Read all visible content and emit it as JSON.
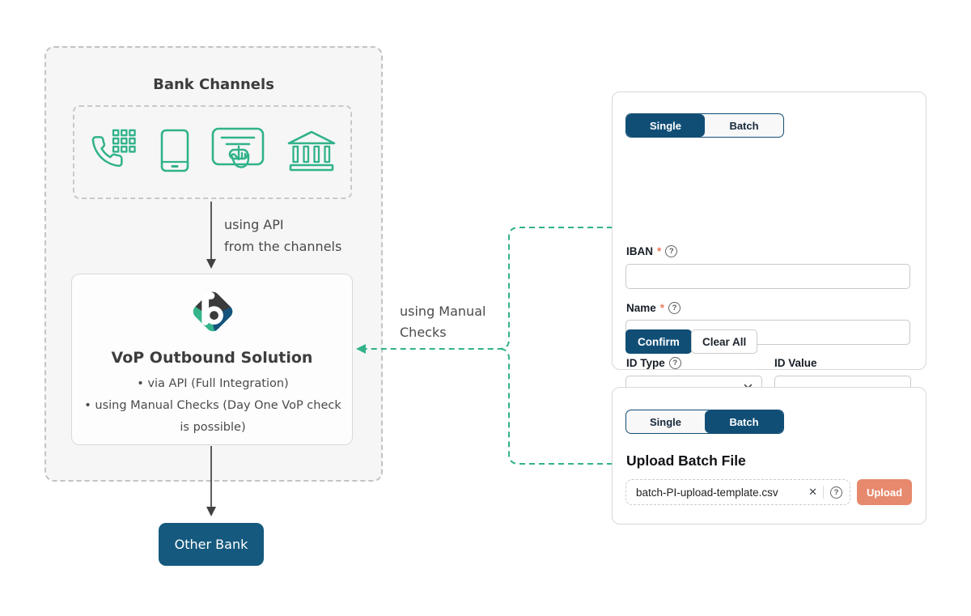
{
  "colors": {
    "green": "#31b28a",
    "navy": "#114e76",
    "coral": "#e7896d",
    "other_bank_blue": "#15597e"
  },
  "diagram": {
    "container_title": "Bank Channels",
    "channel_icons": [
      "phone-dialpad-icon",
      "smartphone-icon",
      "card-terminal-tap-icon",
      "bank-building-icon"
    ],
    "api_label_line1": "using API",
    "api_label_line2": "from the channels",
    "vop_title": "VoP Outbound Solution",
    "vop_bullets": [
      "via API (Full Integration)",
      "using Manual Checks (Day One VoP check is possible)"
    ],
    "manual_label_line1": "using Manual",
    "manual_label_line2": "Checks",
    "other_bank": "Other Bank"
  },
  "single_form": {
    "tab_single": "Single",
    "tab_batch": "Batch",
    "iban_label": "IBAN",
    "iban_required": "*",
    "name_label": "Name",
    "name_required": "*",
    "id_type_label": "ID Type",
    "id_value_label": "ID Value",
    "help_glyph": "?",
    "iban_value": "",
    "name_value": "",
    "id_type_value": "",
    "id_value_value": "",
    "confirm_label": "Confirm",
    "clear_label": "Clear All"
  },
  "batch_form": {
    "tab_single": "Single",
    "tab_batch": "Batch",
    "heading": "Upload Batch File",
    "file_name": "batch-PI-upload-template.csv",
    "clear_glyph": "✕",
    "help_glyph": "?",
    "upload_label": "Upload"
  }
}
